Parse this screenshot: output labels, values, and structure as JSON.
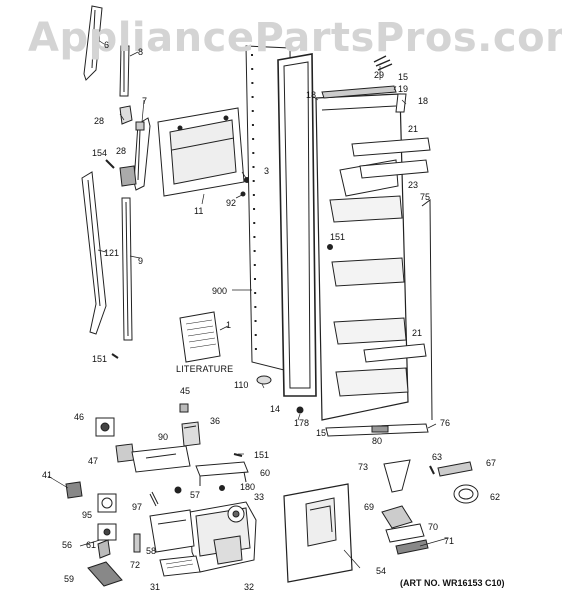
{
  "watermark": "AppliancePartsPros.com",
  "literature_label": "LITERATURE",
  "art_number": "(ART NO. WR16153 C10)",
  "callouts": {
    "c6": "6",
    "c8": "8",
    "c29": "29",
    "c15a": "15",
    "c19": "19",
    "c18a": "18",
    "c18b": "18",
    "c28a": "28",
    "c7": "7",
    "c154": "154",
    "c28b": "28",
    "c3": "3",
    "c92": "92",
    "c11": "11",
    "c21a": "21",
    "c23": "23",
    "c75": "75",
    "c151a": "151",
    "c121": "121",
    "c9": "9",
    "c900": "900",
    "c1": "1",
    "c151b": "151",
    "c21b": "21",
    "c110": "110",
    "c45": "45",
    "c14": "14",
    "c178": "178",
    "c46": "46",
    "c36": "36",
    "c15b": "15",
    "c80": "80",
    "c76": "76",
    "c90": "90",
    "c151c": "151",
    "c47": "47",
    "c60": "60",
    "c73": "73",
    "c63": "63",
    "c67": "67",
    "c41": "41",
    "c57": "57",
    "c180": "180",
    "c33": "33",
    "c62": "62",
    "c95": "95",
    "c97": "97",
    "c69": "69",
    "c70": "70",
    "c56": "56",
    "c61": "61",
    "c71": "71",
    "c58": "58",
    "c72": "72",
    "c54": "54",
    "c59": "59",
    "c31": "31",
    "c32": "32"
  }
}
